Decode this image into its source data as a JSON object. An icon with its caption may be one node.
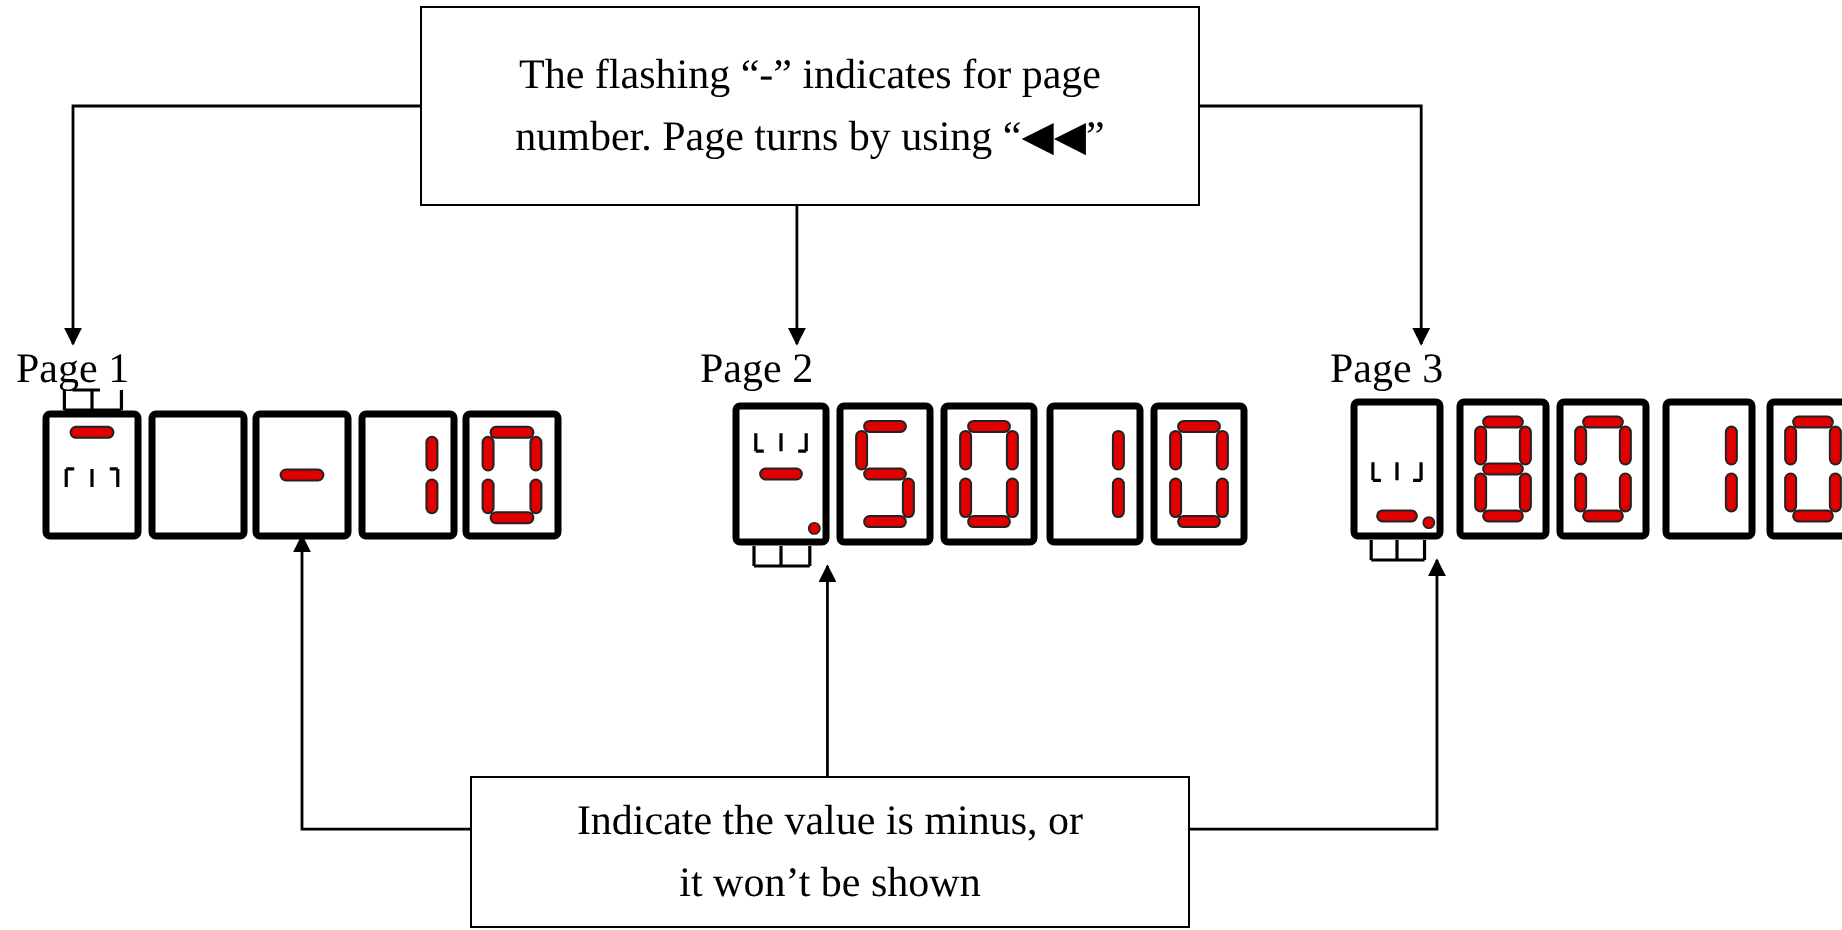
{
  "diagram": {
    "nodes": [
      {
        "text": [
          "The flashing “-” indicates for page number. Page turns by using “◀◀”"
        ]
      },
      {
        "text": [
          "Page 1"
        ]
      },
      {
        "text": [
          "Page 2"
        ]
      },
      {
        "text": [
          "Page 3"
        ]
      },
      {
        "text": [],
        "shape": "picture"
      },
      {
        "text": [],
        "shape": "picture"
      },
      {
        "text": [],
        "shape": "picture"
      },
      {
        "text": [
          "Indicate the value is minus, or it won’t be shown"
        ]
      }
    ],
    "edges": [
      {
        "from": 0,
        "to": 1,
        "arrow": "to"
      },
      {
        "from": 0,
        "to": 2,
        "arrow": "to"
      },
      {
        "from": 0,
        "to": 3,
        "arrow": "to"
      },
      {
        "from": 7,
        "to": 4,
        "arrow": "to"
      },
      {
        "from": 7,
        "to": 5,
        "arrow": "to"
      },
      {
        "from": 7,
        "to": 6,
        "arrow": "to"
      }
    ]
  }
}
